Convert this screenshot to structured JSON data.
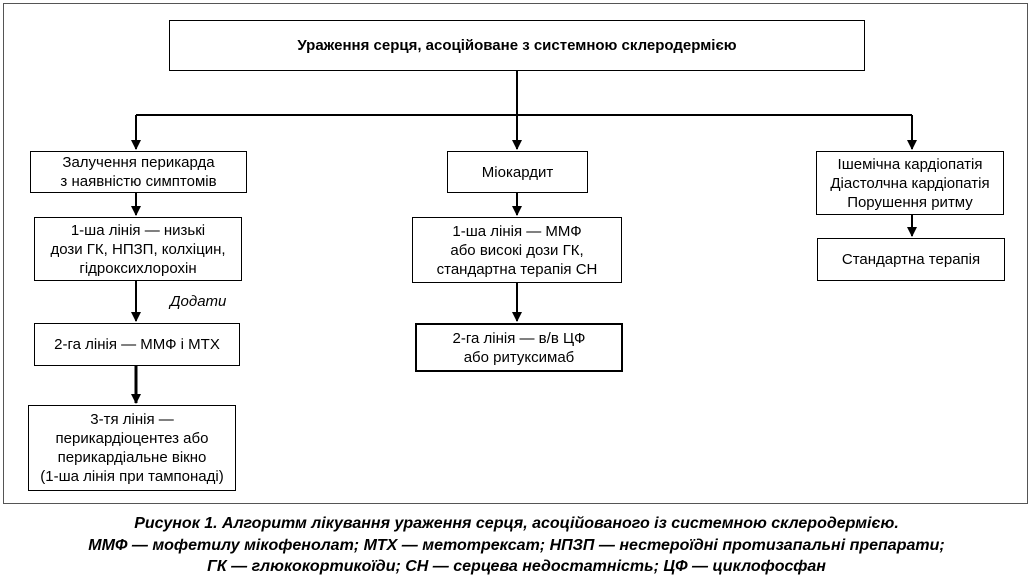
{
  "diagram": {
    "title": "Ураження серця, асоційоване з системною склеродермією",
    "left": {
      "header": "Залучення перикарда\nз наявністю симптомів",
      "line1": "1-ша лінія — низькі\nдози ГК, НПЗП, колхіцин,\nгідроксихлорохін",
      "add_label": "Додати",
      "line2": "2-га лінія — ММФ і МТХ",
      "line3": "3-тя лінія —\nперикардіоцентез або\nперикардіальне вікно\n(1-ша лінія при тампонаді)"
    },
    "middle": {
      "header": "Міокардит",
      "line1": "1-ша лінія — ММФ\nабо високі дози ГК,\nстандартна терапія СН",
      "line2": "2-га лінія — в/в ЦФ\nабо ритуксимаб"
    },
    "right": {
      "header": "Ішемічна кардіопатія\nДіастолчна кардіопатія\nПорушення ритму",
      "therapy": "Стандартна терапія"
    }
  },
  "caption": {
    "line1": "Рисунок 1. Алгоритм лікування ураження серця, асоційованого із системною склеродермією.",
    "line2": "ММФ — мофетилу мікофенолат; МТХ — метотрексат; НПЗП — нестероїдні протизапальні препарати;",
    "line3": "ГК — глюкокортикоїди; СН — серцева недостатність; ЦФ — циклофосфан"
  }
}
